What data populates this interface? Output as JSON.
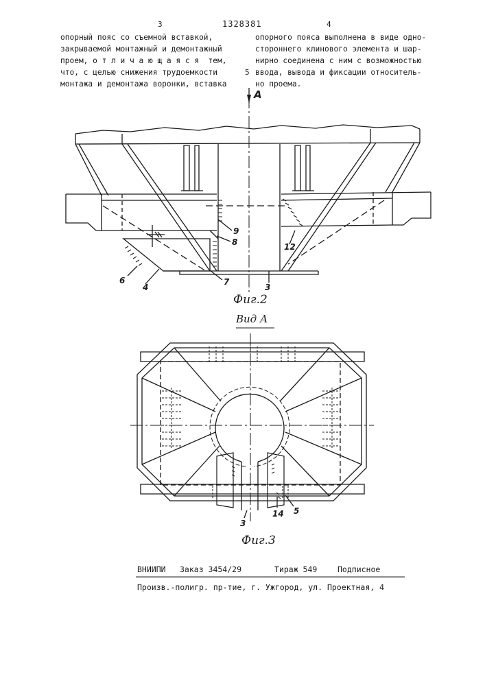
{
  "header": {
    "col_left_number": "3",
    "patent_number": "1328381",
    "col_right_number": "4",
    "line_marker": "5"
  },
  "text": {
    "left_lines": [
      "опорный пояс со съемной вставкой,",
      "закрываемой монтажный и демонтажный",
      "проем, о т л и ч а ю щ а я с я  тем,",
      "что, с целью снижения трудоемкости",
      "монтажа и демонтажа воронки, вставка"
    ],
    "right_lines": [
      "опорного пояса выполнена в виде одно-",
      "стороннего клинового элемента и шар-",
      "нирно соединена с ним с возможностью",
      "ввода, вывода и фиксации относитель-",
      "но проема."
    ]
  },
  "figure2": {
    "arrow_label": "A",
    "labels": {
      "l6": "6",
      "l4": "4",
      "l7": "7",
      "l8": "8",
      "l9": "9",
      "l3": "3",
      "l12": "12"
    },
    "caption": "Фиг.2"
  },
  "figure3": {
    "view_title": "Вид А",
    "labels": {
      "l3": "3",
      "l14": "14",
      "l5": "5"
    },
    "caption": "Фиг.3"
  },
  "footer": {
    "org": "ВНИИПИ",
    "order": "Заказ 3454/29",
    "circulation": "Тираж 549",
    "subscription": "Подписное",
    "address": "Произв.-полигр. пр-тие, г. Ужгород, ул. Проектная, 4"
  }
}
